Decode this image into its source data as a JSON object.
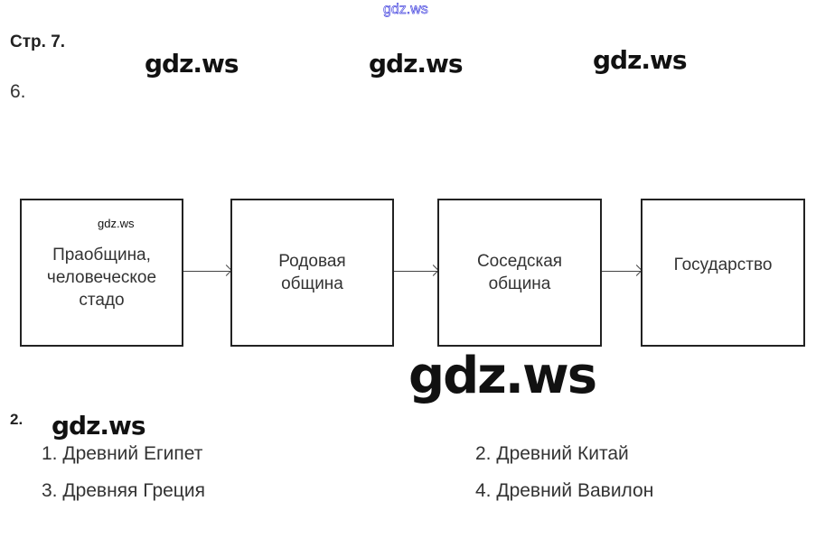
{
  "watermark": "gdz.ws",
  "header": {
    "page": "Стр. 7.",
    "task6": "6.",
    "task2": "2."
  },
  "diagram": {
    "boxes": [
      "Праобщина,\nчеловеческое\nстадо",
      "Родовая\nобщина",
      "Соседская\nобщина",
      "Государство"
    ]
  },
  "list": [
    "1. Древний Египет",
    "2. Древний Китай",
    "3. Древняя Греция",
    "4. Древний Вавилон"
  ]
}
